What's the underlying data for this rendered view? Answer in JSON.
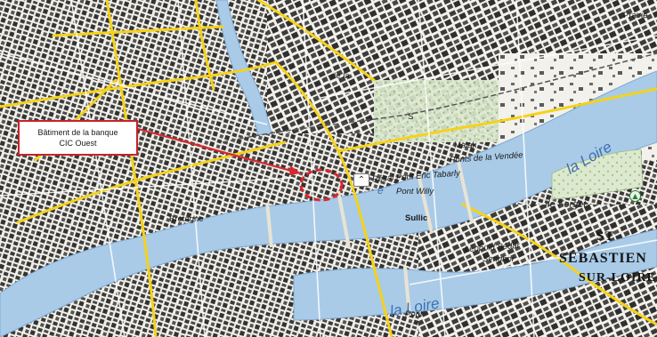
{
  "callout": {
    "line1": "Bâtiment de la banque",
    "line2": "CIC Ouest"
  },
  "labels": {
    "loire_east": "la Loire",
    "loire_south": "la Loire",
    "ile_forget": "Île Forget",
    "st_sebastien_1": "ST",
    "st_sebastien_2": "SÉBASTIEN",
    "st_sebastien_3": "SUR-LOIRE",
    "resal": "Résal Pont Éric Tabarly",
    "pont_vendee": "Ponts de la Vendée",
    "pont_willy": "Pont Willy",
    "leopold_1": "Léopold Sédar",
    "leopold_2": "Senghor",
    "bretagne": "Bretagne",
    "malak": "Malak",
    "pont": "Pont",
    "prairie": "Prairie",
    "sullic": "Sullic",
    "de_la": "de la",
    "s_label": "S",
    "e_label": "e"
  },
  "badge": "⌃",
  "colors": {
    "river": "#a9cbe8",
    "river_edge": "#7fa9d4",
    "land": "#f1efe8",
    "block": "#3a3a3a",
    "road_yellow": "#f5d21a",
    "callout_border": "#c4242a",
    "marker": "#d9272e"
  },
  "icons": [
    "up-chevron-icon",
    "circle-marker-icon",
    "park-icon"
  ]
}
